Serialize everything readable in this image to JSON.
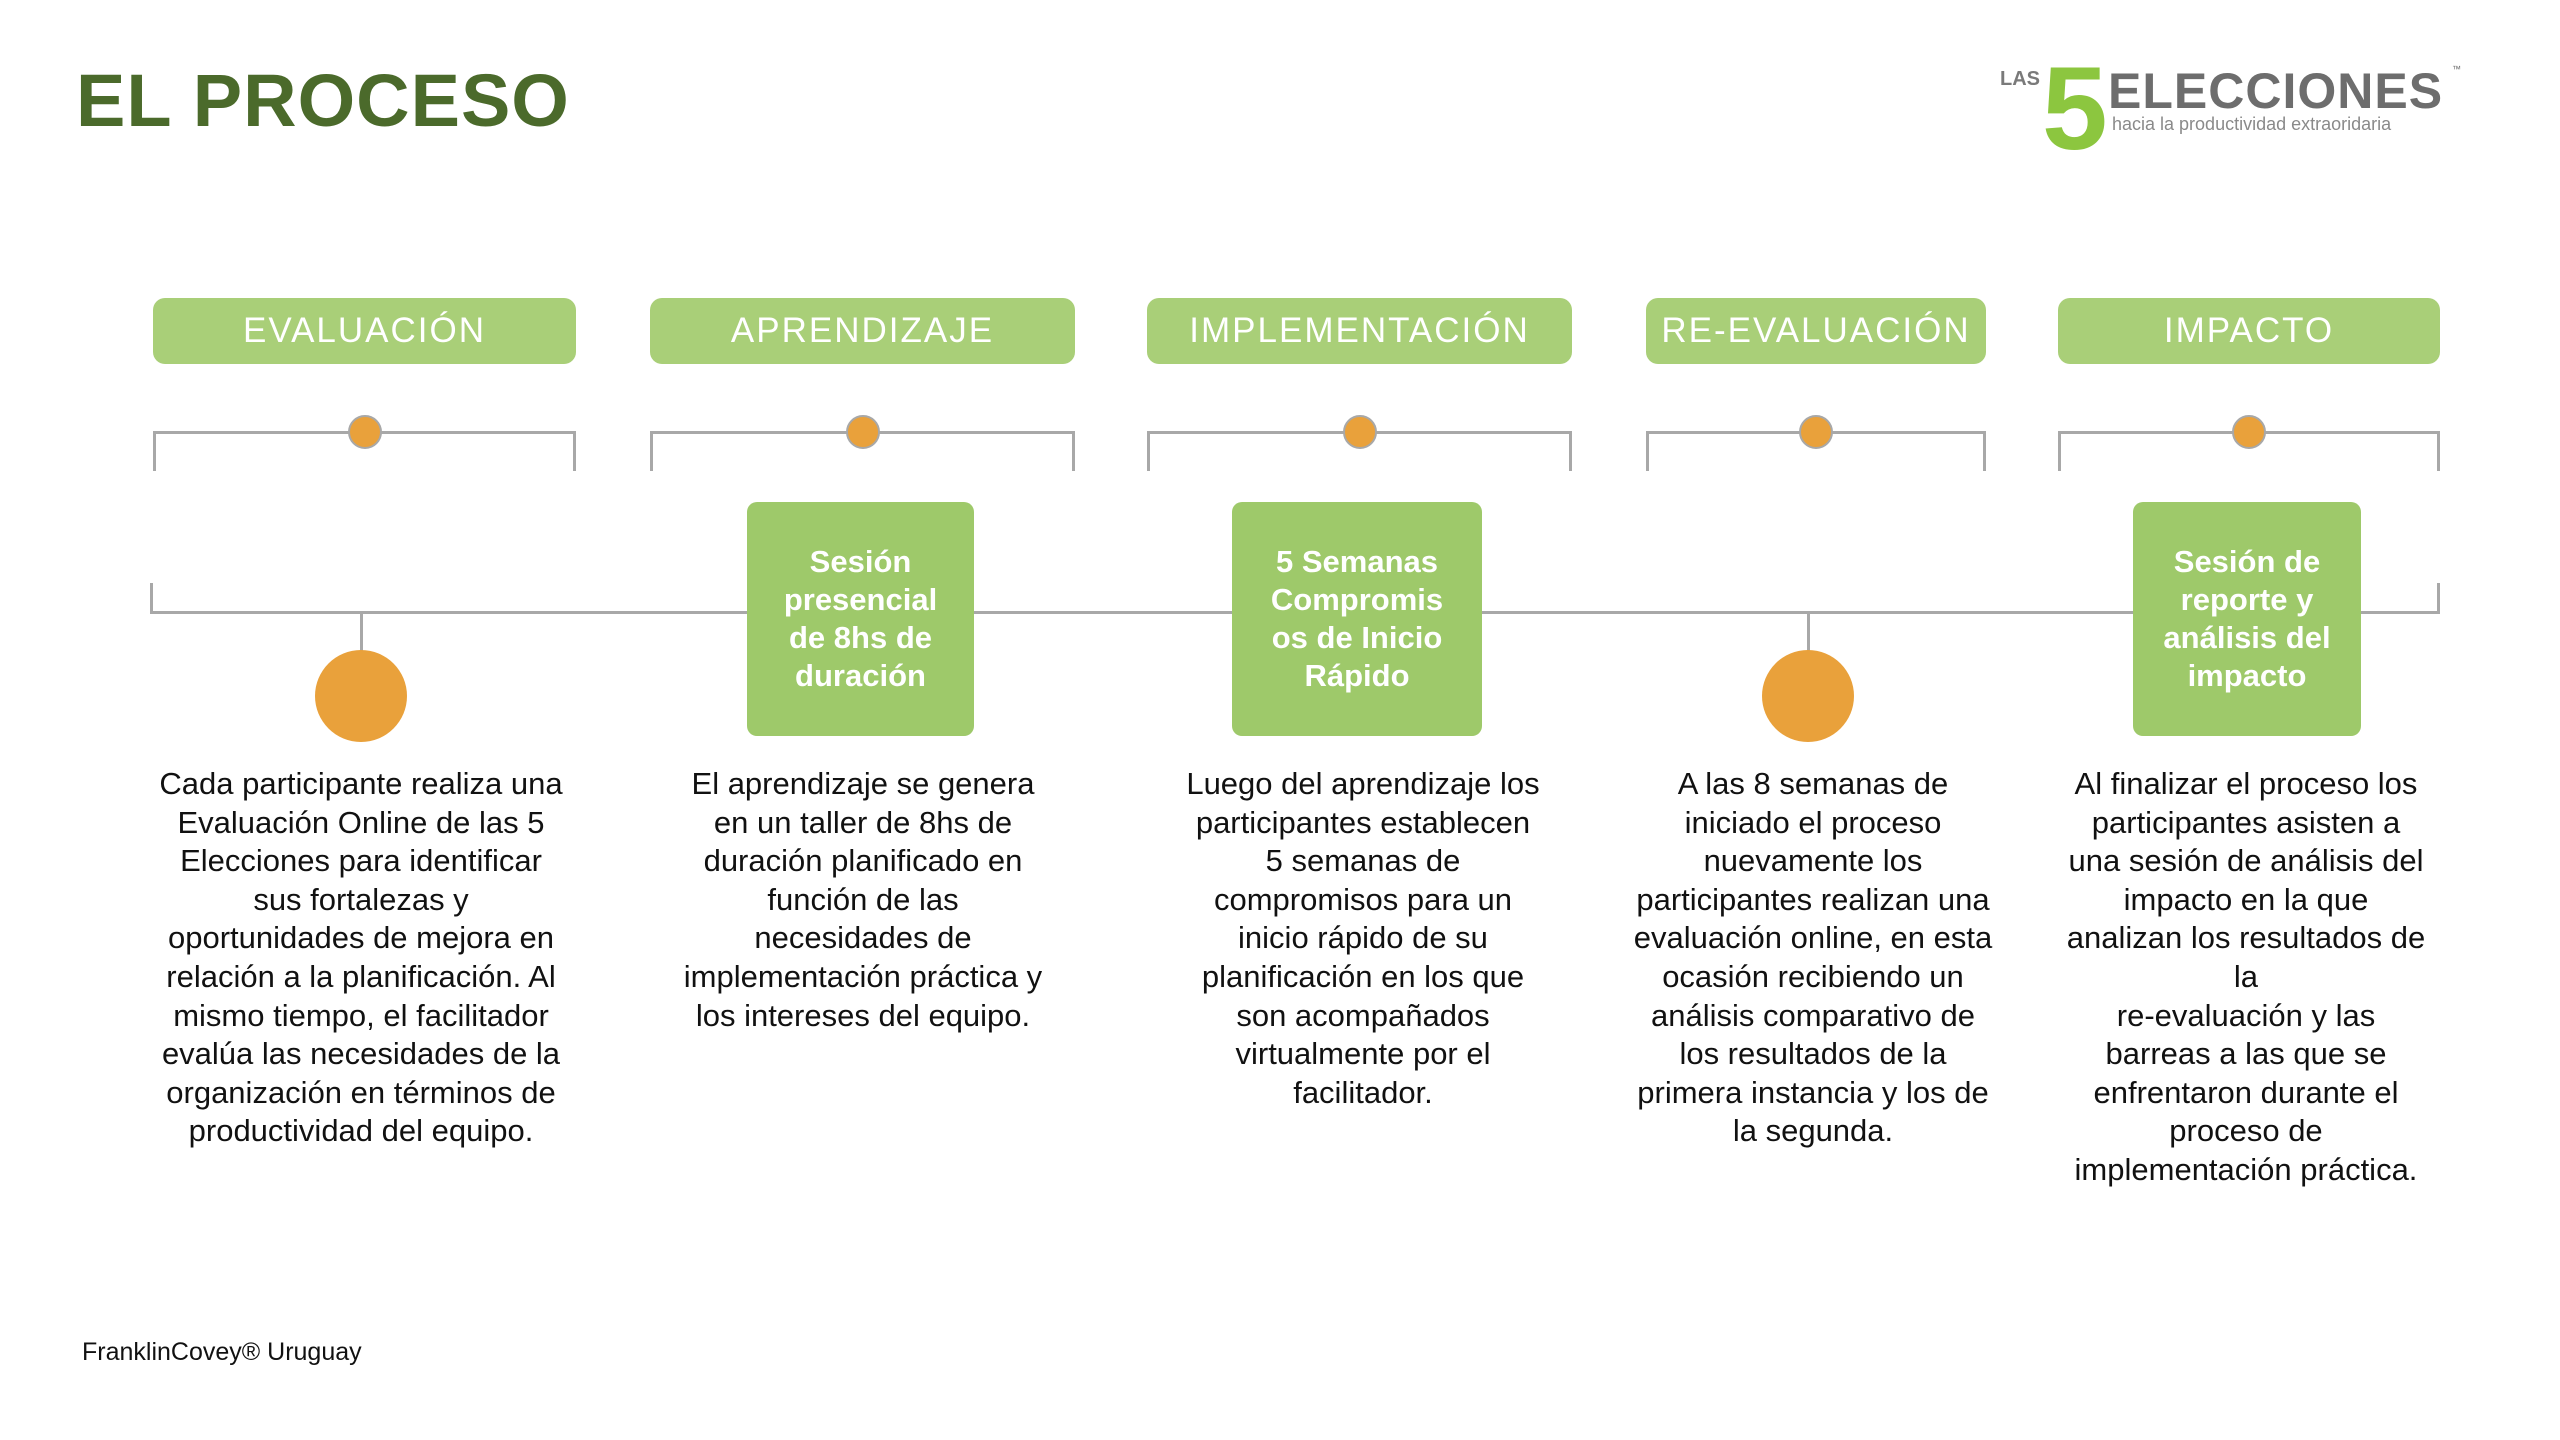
{
  "title": "EL PROCESO",
  "logo": {
    "prefix": "LAS",
    "number": "5",
    "word": "ELECCIONES",
    "tm": "™",
    "tagline": "hacia la productividad extraoridaria"
  },
  "colors": {
    "title": "#4b6a2b",
    "pill": "#a9cf78",
    "box": "#9ec96a",
    "dot": "#e9a13b",
    "line": "#a8a8a8"
  },
  "phases": [
    {
      "label": "EVALUACIÓN"
    },
    {
      "label": "APRENDIZAJE"
    },
    {
      "label": "IMPLEMENTACIÓN"
    },
    {
      "label": "RE-EVALUACIÓN"
    },
    {
      "label": "IMPACTO"
    }
  ],
  "boxes": [
    {
      "lines": [
        "Sesión",
        "presencial",
        "de 8hs de",
        "duración"
      ]
    },
    {
      "lines": [
        "5 Semanas",
        "Compromis",
        "os de Inicio",
        "Rápido"
      ]
    },
    {
      "lines": [
        "Sesión de",
        "reporte y",
        "análisis del",
        "impacto"
      ]
    }
  ],
  "descriptions": [
    {
      "lines": [
        "Cada participante realiza una",
        "Evaluación Online de las 5",
        "Elecciones para identificar",
        "sus fortalezas y",
        "oportunidades de mejora en",
        "relación a la planificación. Al",
        "mismo tiempo, el facilitador",
        "evalúa las necesidades de la",
        "organización en términos de",
        "productividad del equipo."
      ]
    },
    {
      "lines": [
        "El aprendizaje se genera",
        "en un taller de 8hs de",
        "duración planificado en",
        "función de las",
        "necesidades de",
        "implementación práctica y",
        "los intereses del equipo."
      ]
    },
    {
      "lines": [
        "Luego del aprendizaje los",
        "participantes establecen",
        "5 semanas de",
        "compromisos para un",
        "inicio rápido de su",
        "planificación en los que",
        "son acompañados",
        "virtualmente por el",
        "facilitador."
      ]
    },
    {
      "lines": [
        "A las 8 semanas de",
        "iniciado el proceso",
        "nuevamente los",
        "participantes realizan una",
        "evaluación online, en esta",
        "ocasión recibiendo un",
        "análisis comparativo de",
        "los resultados de la",
        "primera instancia y los de",
        "la segunda."
      ]
    },
    {
      "lines": [
        "Al finalizar el proceso los",
        "participantes asisten a",
        "una sesión de análisis del",
        "impacto en la que",
        "analizan los resultados de",
        "la",
        "re-evaluación y las",
        "barreas a las que se",
        "enfrentaron durante el",
        "proceso de",
        "implementación práctica."
      ]
    }
  ],
  "footer": "FranklinCovey® Uruguay"
}
